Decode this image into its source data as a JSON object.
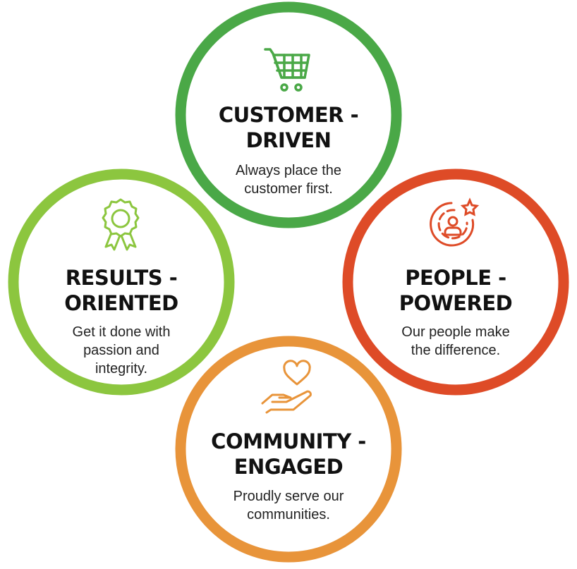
{
  "colors": {
    "customer": "#4aa847",
    "results": "#8cc63f",
    "people": "#de4b27",
    "community": "#e8943a"
  },
  "values": {
    "customer": {
      "icon": "shopping-cart-icon",
      "title_1": "CUSTOMER -",
      "title_2": "DRIVEN",
      "desc_1": "Always place the",
      "desc_2": "customer first."
    },
    "results": {
      "icon": "award-ribbon-icon",
      "title_1": "RESULTS -",
      "title_2": "ORIENTED",
      "desc_1": "Get it done with",
      "desc_2": "passion and",
      "desc_3": "integrity."
    },
    "people": {
      "icon": "person-target-star-icon",
      "title_1": "PEOPLE -",
      "title_2": "POWERED",
      "desc_1": "Our people make",
      "desc_2": "the difference."
    },
    "community": {
      "icon": "heart-hand-icon",
      "title_1": "COMMUNITY -",
      "title_2": "ENGAGED",
      "desc_1": "Proudly serve our",
      "desc_2": "communities."
    }
  }
}
